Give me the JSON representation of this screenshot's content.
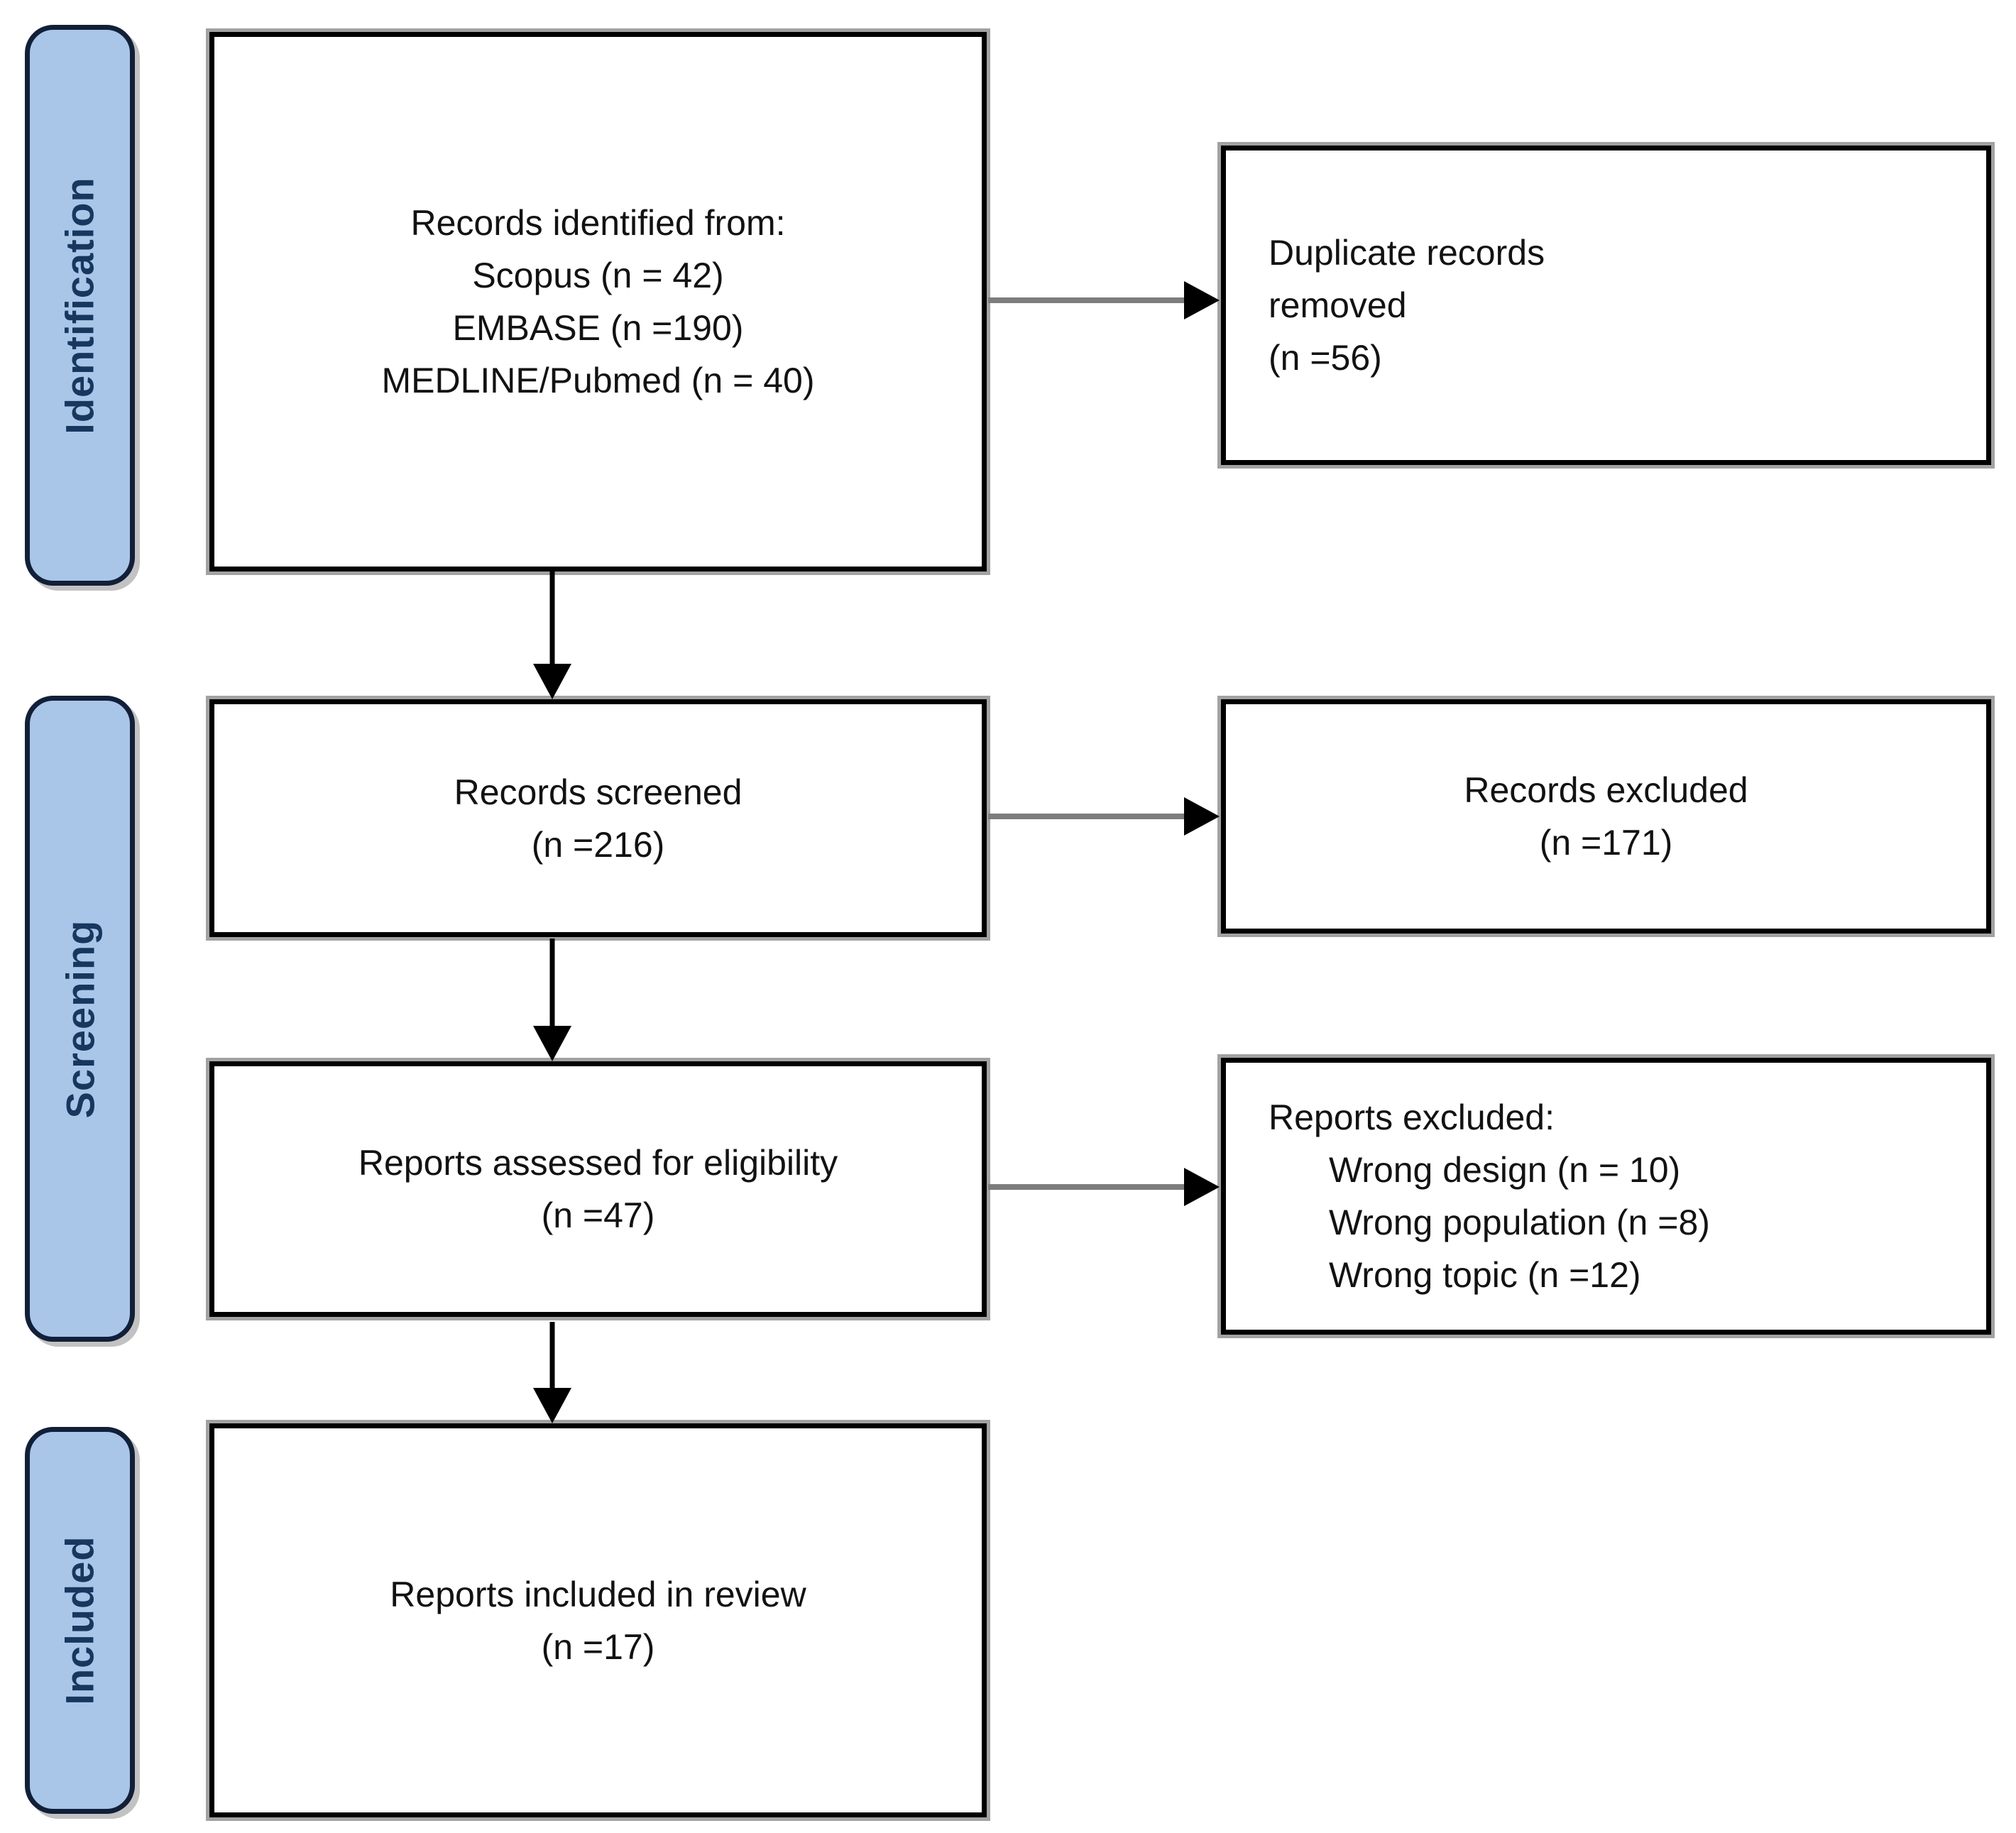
{
  "stages": {
    "identification": "Identification",
    "screening": "Screening",
    "included": "Included"
  },
  "boxes": {
    "identified": {
      "lines": [
        "Records identified from:",
        "Scopus (n = 42)",
        "EMBASE (n =190)",
        "MEDLINE/Pubmed (n = 40)"
      ]
    },
    "duplicates_removed": {
      "lines": [
        "Duplicate records",
        "removed",
        "(n =56)"
      ]
    },
    "screened": {
      "lines": [
        "Records screened",
        "(n =216)"
      ]
    },
    "records_excluded": {
      "lines": [
        "Records excluded",
        "(n =171)"
      ]
    },
    "assessed": {
      "lines": [
        "Reports assessed for eligibility",
        "(n =47)"
      ]
    },
    "reports_excluded": {
      "heading": "Reports excluded:",
      "items": [
        "Wrong design (n = 10)",
        "Wrong population (n =8)",
        "Wrong topic (n =12)"
      ]
    },
    "included_review": {
      "lines": [
        "Reports included in review",
        "(n =17)"
      ]
    }
  },
  "colors": {
    "stage_fill": "#a9c6e8",
    "stage_border": "#121f38",
    "stage_text": "#17375e",
    "box_fill": "#ffffff",
    "box_border": "#000000",
    "box_shadow": "#a2a2a2",
    "text": "#121212",
    "arrow_line_horizontal": "#7d7d7d",
    "arrow_line_vertical": "#000000",
    "arrowhead": "#000000",
    "background": "#ffffff"
  }
}
